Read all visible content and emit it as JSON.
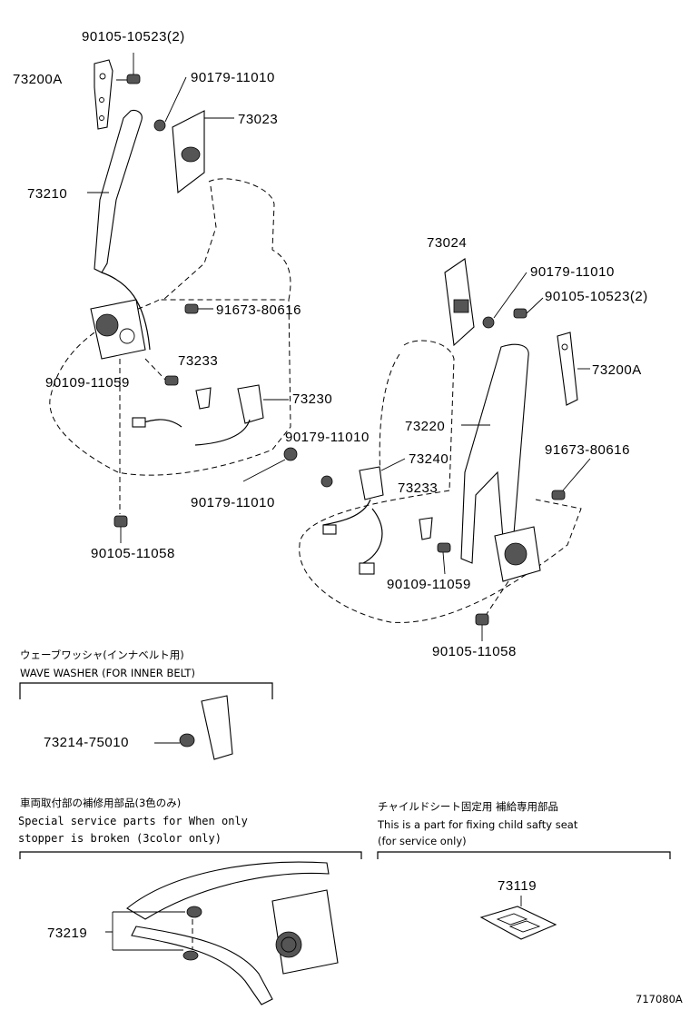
{
  "labels": {
    "l_73200a_top": "73200A",
    "l_90105_10523_top": "90105-10523(2)",
    "l_90179_11010_top": "90179-11010",
    "l_73023": "73023",
    "l_73210": "73210",
    "l_91673_80616_left": "91673-80616",
    "l_73233_left": "73233",
    "l_90109_11059_left": "90109-11059",
    "l_73230": "73230",
    "l_90179_11010_mid": "90179-11010",
    "l_90105_11058_left": "90105-11058",
    "l_73024": "73024",
    "l_90179_11010_right": "90179-11010",
    "l_90105_10523_right": "90105-10523(2)",
    "l_73200a_right": "73200A",
    "l_73220": "73220",
    "l_90179_11010_center": "90179-11010",
    "l_73240": "73240",
    "l_73233_right": "73233",
    "l_91673_80616_right": "91673-80616",
    "l_90109_11059_right": "90109-11059",
    "l_90105_11058_right": "90105-11058",
    "l_73214_75010": "73214-75010",
    "l_73219": "73219",
    "l_73119": "73119",
    "l_figure_id": "717080A"
  },
  "notes": {
    "washer_jp": "ウェーブワッシャ(インナベルト用)",
    "washer_en": "WAVE WASHER (FOR INNER BELT)",
    "stopper_jp": "車両取付部の補修用部品(3色のみ)",
    "stopper_en_1": "Special  service  parts  for  When  only",
    "stopper_en_2": "stopper  is  broken  (3color  only)",
    "child_jp": "チャイルドシート固定用 補給専用部品",
    "child_en_1": "This is a part for fixing child safty seat",
    "child_en_2": "(for service only)"
  }
}
